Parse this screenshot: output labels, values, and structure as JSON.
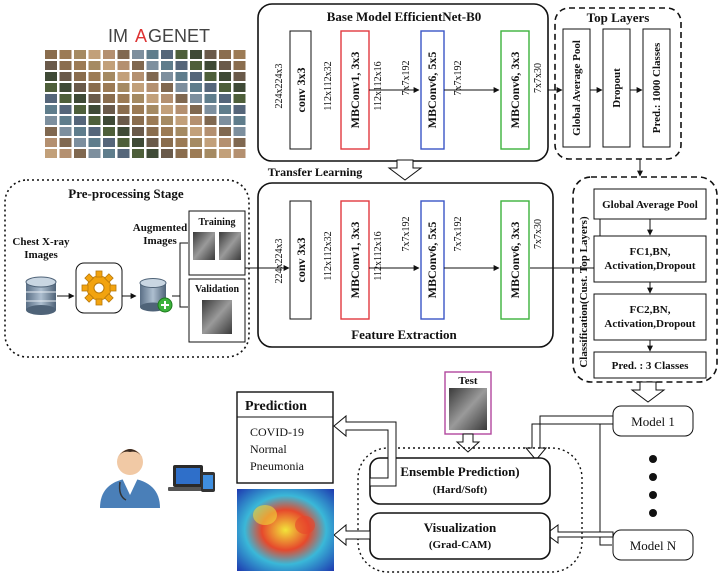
{
  "logo": {
    "text_left": "IM",
    "text_a": "A",
    "text_right": "GENET"
  },
  "base_model": {
    "title": "Base Model EfficientNet-B0",
    "sizes": [
      "224x224x3",
      "112x112x32",
      "112x112x16",
      "7x7x192",
      "7x7x192",
      "7x7x30"
    ],
    "blocks": [
      "conv 3x3",
      "MBConv1, 3x3",
      "MBConv6, 5x5",
      "MBConv6, 3x3"
    ]
  },
  "top_layers": {
    "title": "Top Layers",
    "items": [
      "Global Average Pool",
      "Dropout",
      "Pred.: 1000 Classes"
    ]
  },
  "transfer_label": "Transfer Learning",
  "feature": {
    "title": "Feature Extraction",
    "sizes": [
      "224x224x3",
      "112x112x32",
      "112x112x16",
      "7x7x192",
      "7x7x192",
      "7x7x30"
    ],
    "blocks": [
      "conv 3x3",
      "MBConv1, 3x3",
      "MBConv6, 5x5",
      "MBConv6, 3x3"
    ]
  },
  "preprocessing": {
    "title": "Pre-processing Stage",
    "input_line1": "Chest X-ray",
    "input_line2": "Images",
    "aug_line1": "Augmented",
    "aug_line2": "Images",
    "training": "Training",
    "validation": "Validation"
  },
  "classification": {
    "side_label": "Classification(Cust. Top Layers)",
    "gap": "Global Average Pool",
    "fc1_line1": "FC1,BN,",
    "fc1_line2": "Activation,Dropout",
    "fc2_line1": "FC2,BN,",
    "fc2_line2": "Activation,Dropout",
    "pred": "Pred. : 3 Classes"
  },
  "models": {
    "first": "Model 1",
    "last": "Model N"
  },
  "test_label": "Test",
  "ensemble": {
    "line1": "Ensemble Prediction)",
    "line2": "(Hard/Soft)"
  },
  "visualization": {
    "line1": "Visualization",
    "line2": "(Grad-CAM)"
  },
  "prediction": {
    "title": "Prediction",
    "classes": [
      "COVID-19",
      "Normal",
      "Pneumonia"
    ]
  },
  "colors": {
    "mbconv1": "#e0393e",
    "mbconv6_5x5": "#3a55c6",
    "mbconv6_3x3": "#3cb23c",
    "test_box": "#b2489e",
    "gear": "#f2a30f"
  }
}
